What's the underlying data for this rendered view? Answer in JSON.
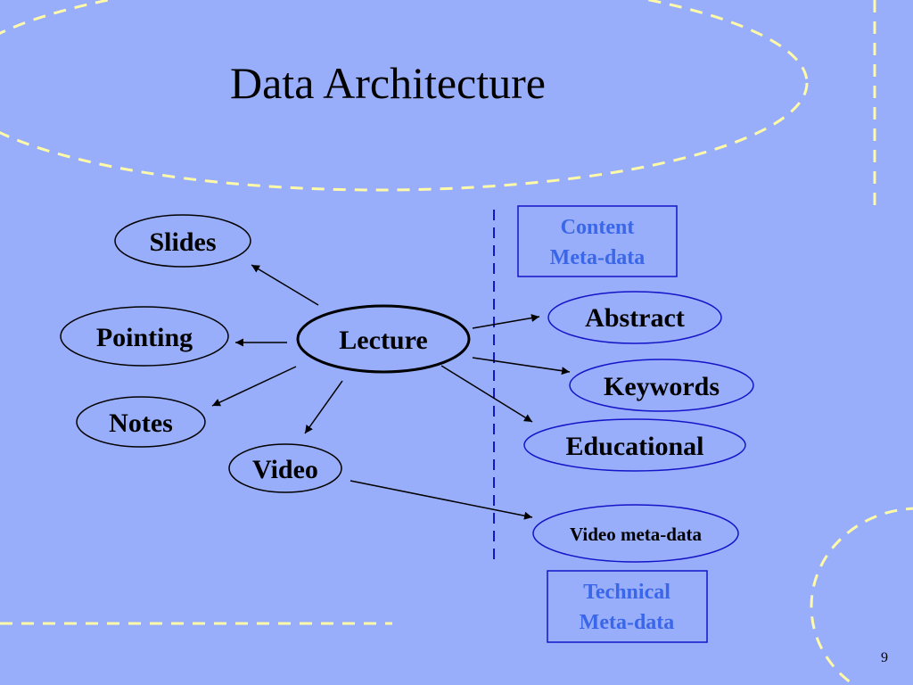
{
  "slide": {
    "title": "Data Architecture",
    "page_number": "9"
  },
  "diagram": {
    "center": "Lecture",
    "left_nodes": [
      "Slides",
      "Pointing",
      "Notes",
      "Video"
    ],
    "right_nodes": [
      "Abstract",
      "Keywords",
      "Educational",
      "Video meta-data"
    ],
    "content_label": [
      "Content",
      "Meta-data"
    ],
    "technical_label": [
      "Technical",
      "Meta-data"
    ]
  },
  "colors": {
    "background": "#99aefa",
    "dashed_decoration": "#fffaa8",
    "meta_blue": "#1414c8",
    "meta_text": "#3a66ea",
    "ink": "#000000"
  }
}
